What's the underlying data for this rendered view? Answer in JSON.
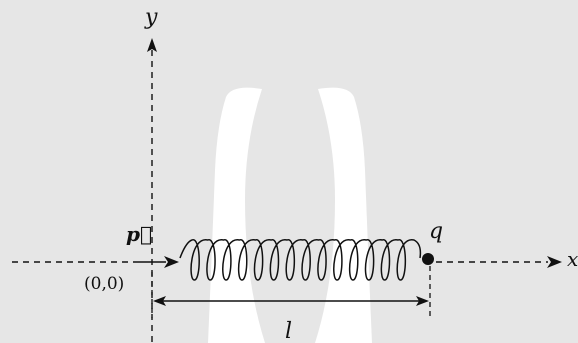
{
  "labels": {
    "y_axis": "y",
    "x_axis": "x",
    "dipole": "p⃗",
    "origin": "(0,0)",
    "charge": "q",
    "length": "l"
  },
  "spring": {
    "coils": 14
  },
  "colors": {
    "background": "#e6e6e6",
    "ink": "#111111",
    "watermark": "#ffffff"
  }
}
